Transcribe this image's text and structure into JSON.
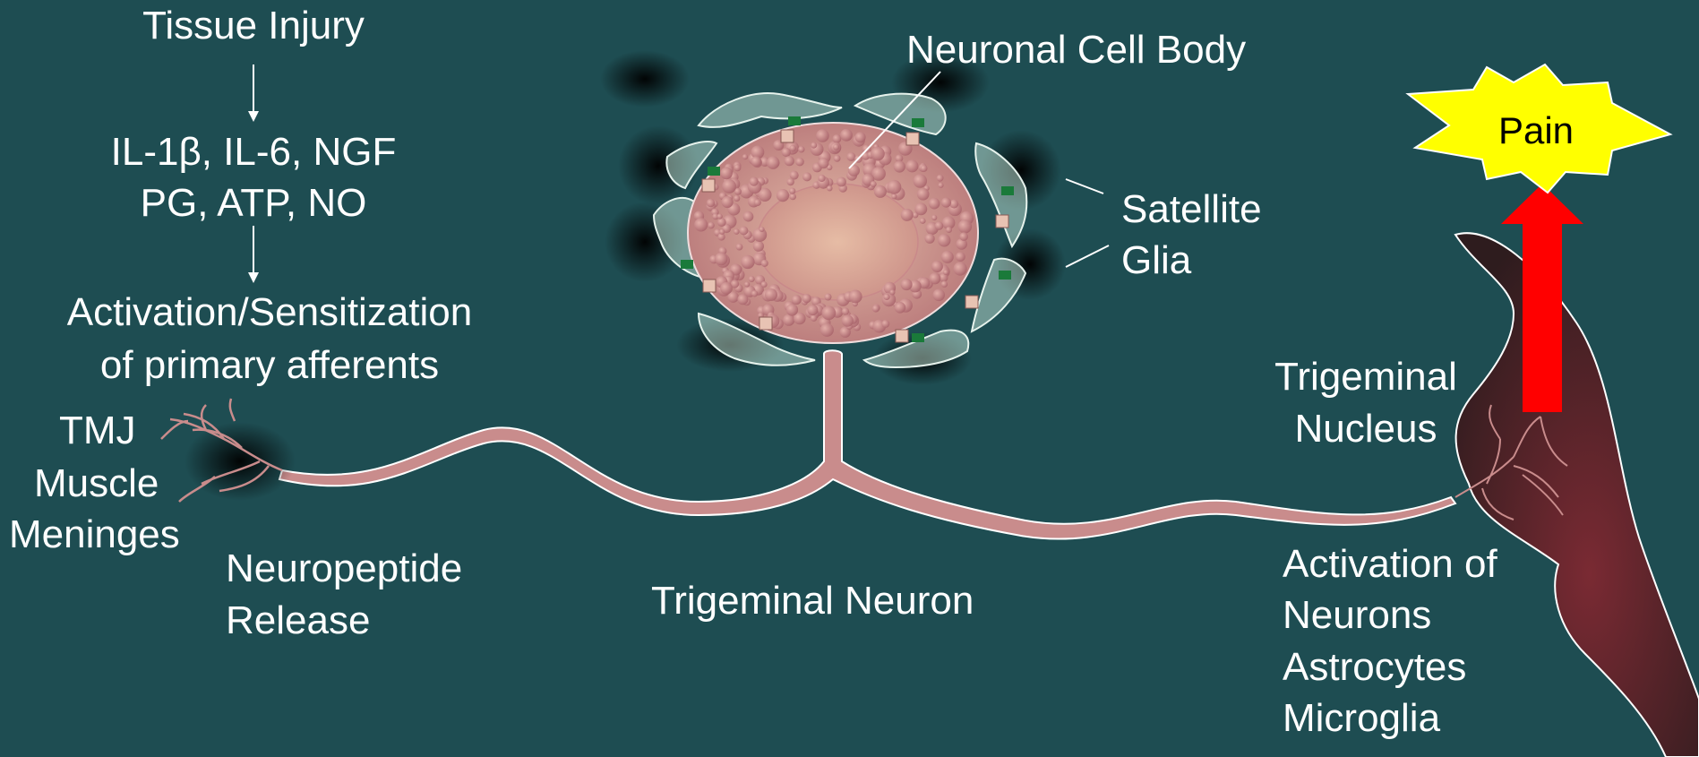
{
  "left_flow": {
    "tissue_injury": "Tissue Injury",
    "mediators_line1": "IL-1β, IL-6, NGF",
    "mediators_line2": "PG, ATP, NO",
    "activation_line1": "Activation/Sensitization",
    "activation_line2": "of primary afferents"
  },
  "sources": {
    "tmj": "TMJ",
    "muscle": "Muscle",
    "meninges": "Meninges"
  },
  "neuropeptide": {
    "line1": "Neuropeptide",
    "line2": "Release"
  },
  "neuron_label": "Trigeminal Neuron",
  "cell_body_label": "Neuronal Cell Body",
  "satellite_glia": {
    "line1": "Satellite",
    "line2": "Glia"
  },
  "trigeminal_nucleus": {
    "line1": "Trigeminal",
    "line2": "Nucleus"
  },
  "activation_of": {
    "line1": "Activation of",
    "line2": "Neurons",
    "line3": "Astrocytes",
    "line4": "Microglia"
  },
  "pain_label": "Pain",
  "colors": {
    "background": "#1e4d52",
    "neuron": "#c98c8c",
    "cell_body": "#c0857f",
    "pain_burst": "#ffff00",
    "arrow": "#ff0000",
    "nucleus": "#3a1f22"
  }
}
